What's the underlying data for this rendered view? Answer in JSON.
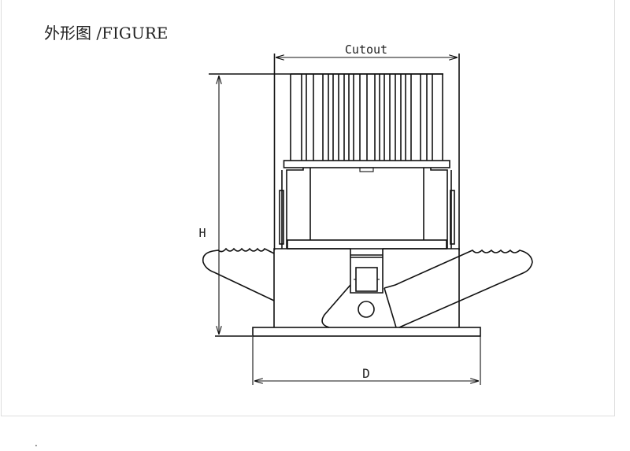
{
  "title": "外形图 /FIGURE",
  "dimensions": {
    "cutout_label": "Cutout",
    "height_label": "H",
    "diameter_label": "D"
  },
  "footer_mark": ".",
  "colors": {
    "line": "#111111",
    "frame": "#dddddd"
  }
}
